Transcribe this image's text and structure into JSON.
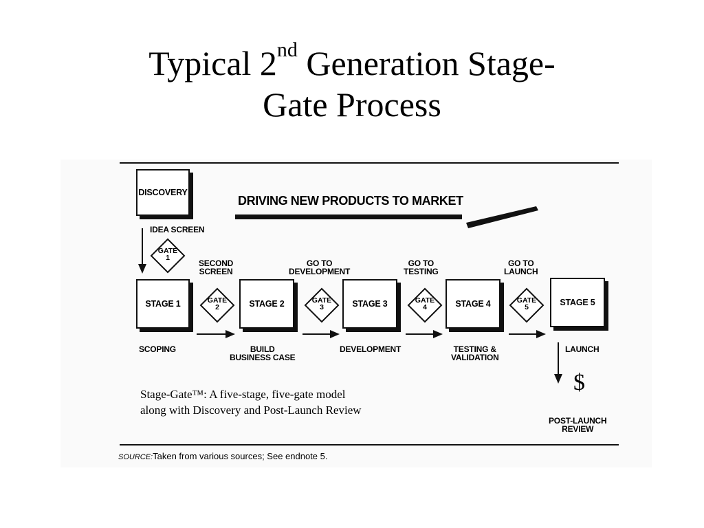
{
  "title": {
    "line1_a": "Typical 2",
    "line1_sup": "nd",
    "line1_b": " Generation Stage-",
    "line2": "Gate Process"
  },
  "banner": "DRIVING NEW PRODUCTS TO MARKET",
  "discovery": "DISCOVERY",
  "idea_screen": "IDEA SCREEN",
  "stages": [
    {
      "label": "STAGE 1",
      "desc_1": "SCOPING",
      "desc_2": ""
    },
    {
      "label": "STAGE 2",
      "desc_1": "BUILD",
      "desc_2": "BUSINESS CASE"
    },
    {
      "label": "STAGE 3",
      "desc_1": "DEVELOPMENT",
      "desc_2": ""
    },
    {
      "label": "STAGE 4",
      "desc_1": "TESTING &",
      "desc_2": "VALIDATION"
    },
    {
      "label": "STAGE 5",
      "desc_1": "LAUNCH",
      "desc_2": ""
    }
  ],
  "gates": [
    {
      "word": "GATE",
      "num": "1",
      "above_1": "",
      "above_2": ""
    },
    {
      "word": "GATE",
      "num": "2",
      "above_1": "SECOND",
      "above_2": "SCREEN"
    },
    {
      "word": "GATE",
      "num": "3",
      "above_1": "GO TO",
      "above_2": "DEVELOPMENT"
    },
    {
      "word": "GATE",
      "num": "4",
      "above_1": "GO TO",
      "above_2": "TESTING"
    },
    {
      "word": "GATE",
      "num": "5",
      "above_1": "GO TO",
      "above_2": "LAUNCH"
    }
  ],
  "post_launch": {
    "line1": "POST-LAUNCH",
    "line2": "REVIEW",
    "symbol": "$"
  },
  "caption": {
    "line1": "Stage-Gate™: A five-stage, five-gate model",
    "line2": "along with Discovery and Post-Launch Review"
  },
  "source": {
    "prefix": "SOURCE:",
    "text": "Taken from various sources; See endnote 5."
  }
}
